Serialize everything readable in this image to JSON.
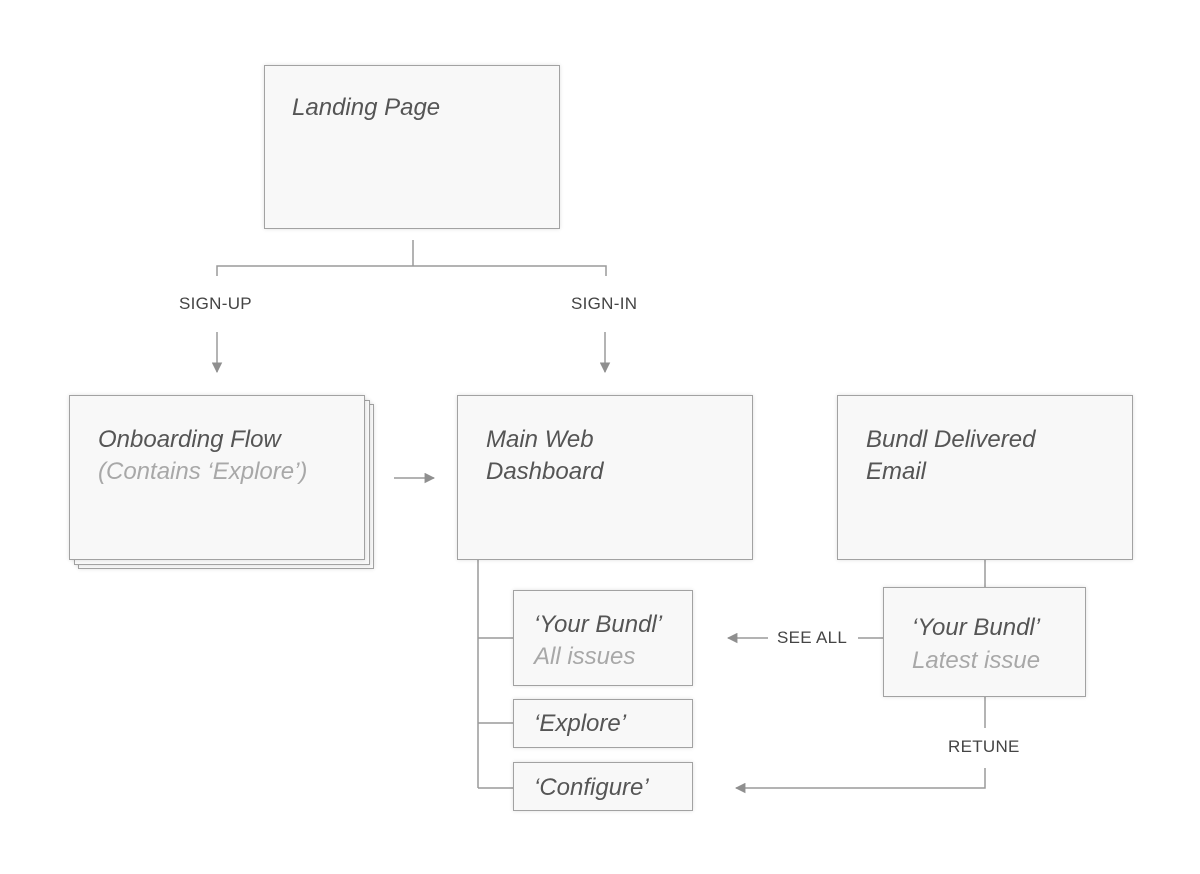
{
  "nodes": {
    "landing": {
      "title": "Landing Page"
    },
    "onboarding": {
      "title": "Onboarding Flow",
      "subtitle": "(Contains ‘Explore’)"
    },
    "dashboard": {
      "line1": "Main Web",
      "line2": "Dashboard"
    },
    "email": {
      "line1": "Bundl Delivered",
      "line2": "Email"
    },
    "your_bundl_all": {
      "title": "‘Your Bundl’",
      "subtitle": "All issues"
    },
    "explore": {
      "title": "‘Explore’"
    },
    "configure": {
      "title": "‘Configure’"
    },
    "your_bundl_latest": {
      "title": "‘Your Bundl’",
      "subtitle": "Latest issue"
    }
  },
  "edges": {
    "sign_up": "SIGN-UP",
    "sign_in": "SIGN-IN",
    "see_all": "SEE ALL",
    "retune": "RETUNE"
  },
  "colors": {
    "line": "#999999",
    "box_fill": "#f8f8f8",
    "box_border": "#a2a2a2",
    "title_text": "#555555",
    "subtitle_text": "#a8a8a8"
  }
}
